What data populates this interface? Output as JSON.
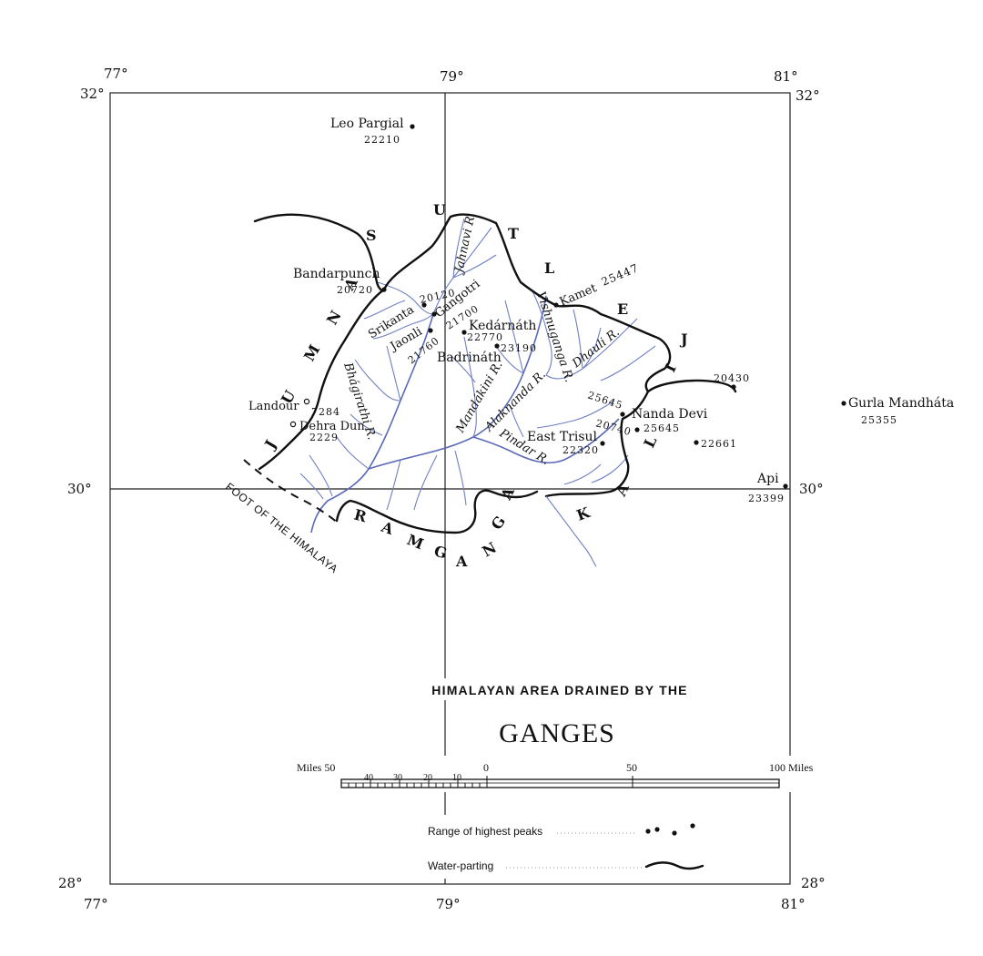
{
  "grid": {
    "lon": [
      "77°",
      "79°",
      "81°"
    ],
    "lat": [
      "32°",
      "30°",
      "28°"
    ]
  },
  "peaks": {
    "leo_pargial": {
      "name": "Leo Pargial",
      "height": "22210"
    },
    "bandarpunch": {
      "name": "Bandarpunch",
      "height": "20720"
    },
    "srikanta": {
      "name": "Srikanta",
      "height": "20120"
    },
    "gangotri": {
      "name": "Gangotri",
      "height": "21700"
    },
    "jaonli": {
      "name": "Jaonli",
      "height": "21760"
    },
    "kedarnath": {
      "name": "Kedárnáth",
      "height": "22770"
    },
    "badrinath": {
      "name": "Badrináth",
      "height": "23190"
    },
    "kamet": {
      "name": "Kamet",
      "height": "25447"
    },
    "nanda_devi": {
      "name": "Nanda Devi",
      "height": "25645",
      "height2": "25645"
    },
    "east_trisul": {
      "name": "East Trisul",
      "height": "22320",
      "height2": "20740"
    },
    "peak_20430": {
      "height": "20430"
    },
    "peak_22661": {
      "height": "22661"
    },
    "api": {
      "name": "Api",
      "height": "23399"
    },
    "gurla": {
      "name": "Gurla Mandháta",
      "height": "25355"
    }
  },
  "places": {
    "landour": {
      "name": "Landour",
      "height": "7284"
    },
    "dehra_dun": {
      "name": "Dehra Dun",
      "height": "2229"
    }
  },
  "rivers": {
    "jahnavi": "Jahnavi R.",
    "bhagirathi": "Bhágirathi R.",
    "mandakini": "Mandákini R.",
    "alaknanda": "Alaknanda R.",
    "vishnuganga": "Vishnuganga R.",
    "dhauli": "Dhauli R.",
    "pindar": "Pindar R."
  },
  "letters": {
    "sutlej": [
      "S",
      "U",
      "T",
      "L",
      "E",
      "J"
    ],
    "jumna": [
      "J",
      "U",
      "M",
      "N",
      "A"
    ],
    "ramganga": [
      "R",
      "A",
      "M",
      "G",
      "A",
      "N",
      "G",
      "A"
    ],
    "kali": [
      "K",
      "A",
      "L",
      "I"
    ]
  },
  "foot_label": "FOOT OF THE HIMALAYA",
  "title": {
    "line1": "HIMALAYAN AREA DRAINED BY THE",
    "line2": "GANGES"
  },
  "scale": {
    "left_label": "Miles 50",
    "ticks": [
      "40",
      "30",
      "20",
      "10"
    ],
    "zero": "0",
    "fifty": "50",
    "right_label": "100 Miles"
  },
  "legend": {
    "peaks_label": "Range of highest peaks",
    "parting_label": "Water-parting"
  },
  "colors": {
    "rivers": "#6f7fc4",
    "lines": "#111111"
  }
}
